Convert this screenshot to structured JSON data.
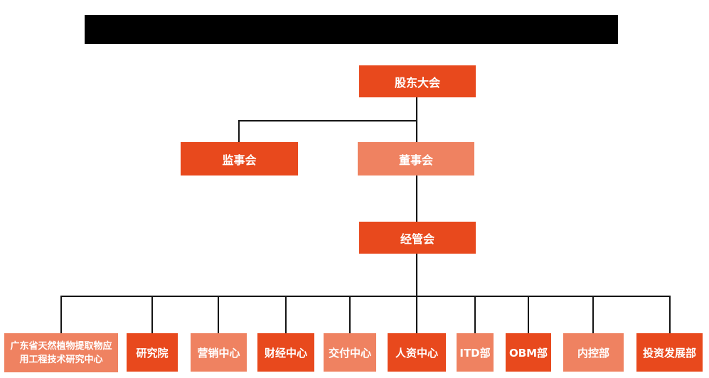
{
  "colors": {
    "dark_orange": "#e8491d",
    "light_orange": "#ef8261",
    "line": "#141414",
    "text": "#ffffff"
  },
  "header": {
    "redacted": true
  },
  "org_chart": {
    "nodes": {
      "shareholders": {
        "label": "股东大会",
        "variant": "dark"
      },
      "supervisors": {
        "label": "监事会",
        "variant": "dark"
      },
      "directors": {
        "label": "董事会",
        "variant": "light"
      },
      "management": {
        "label": "经管会",
        "variant": "dark"
      }
    },
    "departments": [
      {
        "label": "广东省天然植物提取物应用工程技术研究中心",
        "variant": "light"
      },
      {
        "label": "研究院",
        "variant": "dark"
      },
      {
        "label": "营销中心",
        "variant": "light"
      },
      {
        "label": "财经中心",
        "variant": "dark"
      },
      {
        "label": "交付中心",
        "variant": "light"
      },
      {
        "label": "人资中心",
        "variant": "dark"
      },
      {
        "label": "ITD部",
        "variant": "light"
      },
      {
        "label": "OBM部",
        "variant": "dark"
      },
      {
        "label": "内控部",
        "variant": "light"
      },
      {
        "label": "投资发展部",
        "variant": "dark"
      }
    ],
    "edges": [
      {
        "from": "股东大会",
        "to": "监事会"
      },
      {
        "from": "股东大会",
        "to": "董事会"
      },
      {
        "from": "董事会",
        "to": "经管会"
      },
      {
        "from": "经管会",
        "to": "广东省天然植物提取物应用工程技术研究中心"
      },
      {
        "from": "经管会",
        "to": "研究院"
      },
      {
        "from": "经管会",
        "to": "营销中心"
      },
      {
        "from": "经管会",
        "to": "财经中心"
      },
      {
        "from": "经管会",
        "to": "交付中心"
      },
      {
        "from": "经管会",
        "to": "人资中心"
      },
      {
        "from": "经管会",
        "to": "ITD部"
      },
      {
        "from": "经管会",
        "to": "OBM部"
      },
      {
        "from": "经管会",
        "to": "内控部"
      },
      {
        "from": "经管会",
        "to": "投资发展部"
      }
    ]
  }
}
